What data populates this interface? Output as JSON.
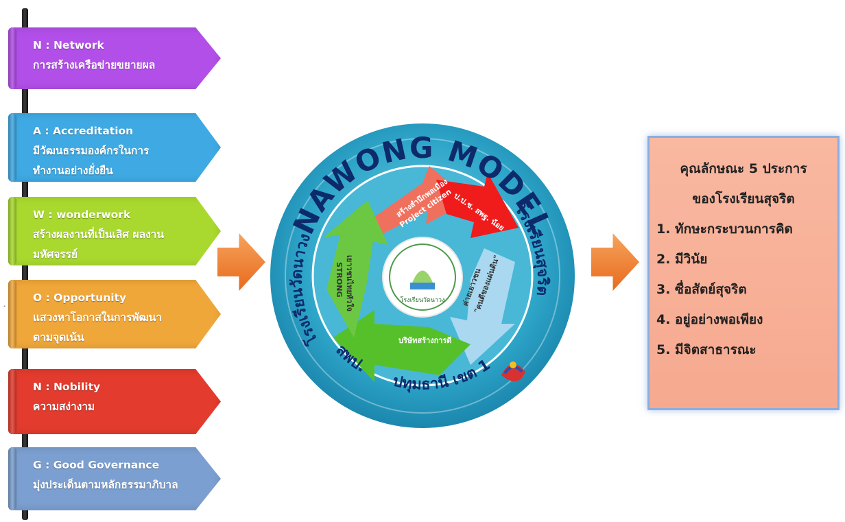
{
  "banners": [
    {
      "line1": "N : Network",
      "line2": "การสร้างเครือข่ายขยายผล",
      "line3": "",
      "color": "#b24fe8"
    },
    {
      "line1": "A : Accreditation",
      "line2": "มีวัฒนธรรมองค์กรในการ",
      "line3": "ทำงานอย่างยั่งยืน",
      "color": "#3fa9e3"
    },
    {
      "line1": "W : wonderwork",
      "line2": "สร้างผลงานที่เป็นเลิศ ผลงาน",
      "line3": "มหัศจรรย์",
      "color": "#a9d92e"
    },
    {
      "line1": "O : Opportunity",
      "line2": "แสวงหาโอกาสในการพัฒนา",
      "line3": "ตามจุดเน้น",
      "color": "#f0a73a"
    },
    {
      "line1": "N : Nobility",
      "line2": "ความสง่างาม",
      "line3": "",
      "color": "#e33b2d"
    },
    {
      "line1": "G : Good Governance",
      "line2": "มุ่งประเด็นตามหลักธรรมาภิบาล",
      "line3": "",
      "color": "#7b9fd0"
    }
  ],
  "wheel": {
    "title": "NAWONG MODEL",
    "ring_right": "โรงเรียนสุจริต",
    "ring_left": "โรงเรียนวัดนาวง",
    "ring_bottom_left": "สพป.",
    "ring_bottom": "ปทุมธานี เขต 1",
    "center_logo_text": "โรงเรียนวัดนาวง",
    "arrows": [
      {
        "line1": "สร้างสำนึกพลเมือง",
        "line2": "Project citizen",
        "color": "#f0705e"
      },
      {
        "line1": "ป.ป.ช. สพฐ. น้อย",
        "line2": "",
        "color": "#f01b1b"
      },
      {
        "line1": "ค่ายเยาวชน",
        "line2": "\"คนดีของแผ่นดิน\"",
        "color": "#a9d8f0"
      },
      {
        "line1": "บริษัทสร้างการดี",
        "line2": "",
        "color": "#56c02a"
      },
      {
        "line1": "เยาวชนไทยหัวใจ",
        "line2": "STRONG",
        "color": "#6cc842"
      }
    ]
  },
  "tiny_mark": "¸",
  "rightbox": {
    "heading1": "คุณลักษณะ 5 ประการ",
    "heading2": "ของโรงเรียนสุจริต",
    "items": [
      "1. ทักษะกระบวนการคิด",
      "2. มีวินัย",
      "3. ซื่อสัตย์สุจริต",
      "4. อยู่อย่างพอเพียง",
      "5. มีจิตสาธารณะ"
    ]
  }
}
